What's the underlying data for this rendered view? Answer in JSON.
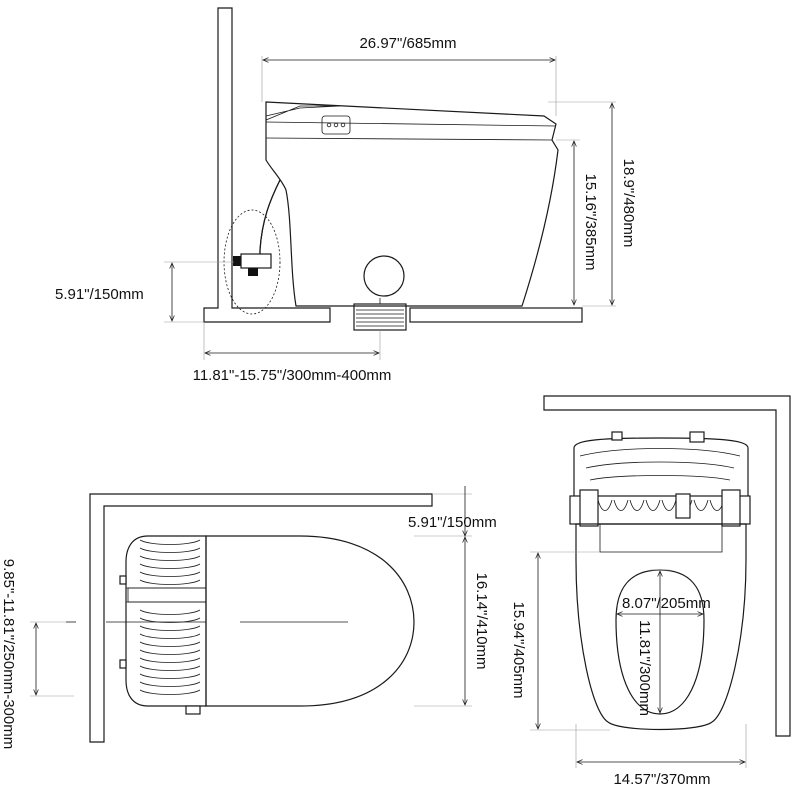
{
  "side_view": {
    "width": "26.97\"/685mm",
    "total_height": "18.9\"/480mm",
    "seat_height": "15.16\"/385mm",
    "inlet_height": "5.91\"/150mm",
    "rough_in": "11.81\"-15.75\"/300mm-400mm"
  },
  "top_view": {
    "wall_gap": "5.91\"/150mm",
    "bowl_width": "16.14\"/410mm",
    "rough_in": "9.85\"-11.81\"/250mm-300mm"
  },
  "front_view": {
    "opening_width": "8.07\"/205mm",
    "opening_depth": "11.81\"/300mm",
    "seat_depth": "15.94\"/405mm",
    "overall_width": "14.57\"/370mm"
  }
}
